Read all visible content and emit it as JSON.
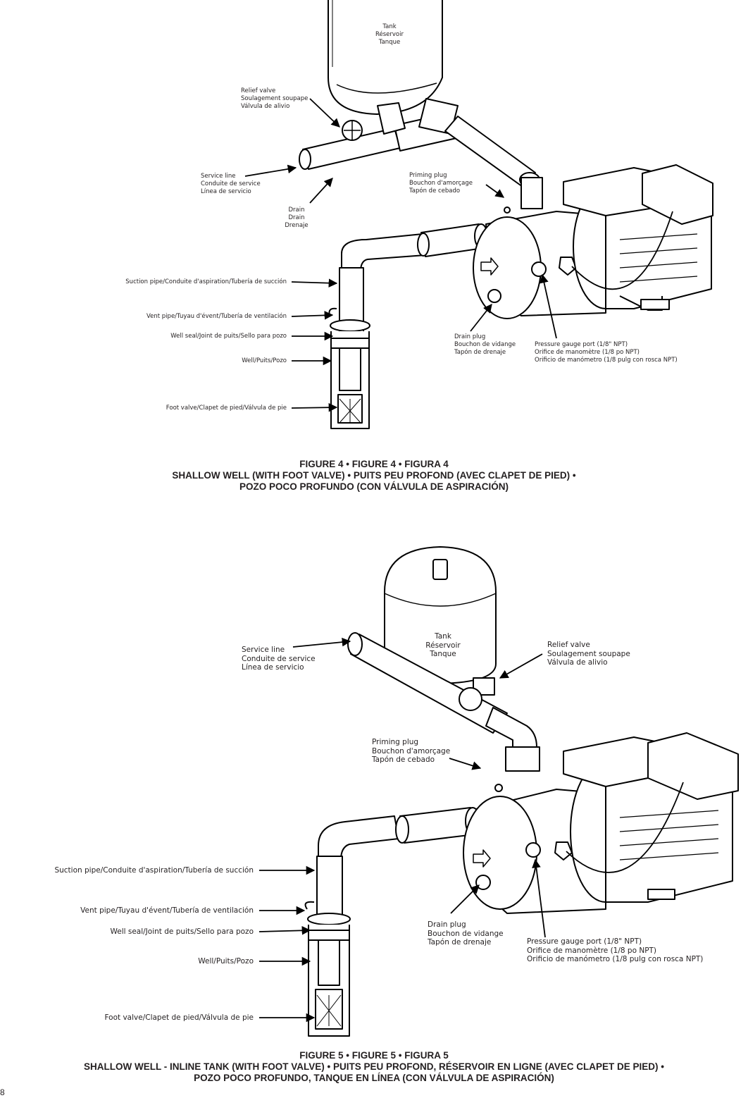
{
  "page_number": "8",
  "figure4": {
    "caption": [
      "FIGURE 4 • FIGURE 4 • FIGURA 4",
      "SHALLOW WELL (WITH FOOT VALVE) • PUITS PEU PROFOND (AVEC CLAPET DE PIED) •",
      "POZO POCO PROFUNDO (CON VÁLVULA DE ASPIRACIÓN)"
    ],
    "tank": [
      "Tank",
      "Réservoir",
      "Tanque"
    ],
    "relief_valve": [
      "Relief valve",
      "Soulagement soupape",
      "Válvula de alivio"
    ],
    "service_line": [
      "Service line",
      "Conduite de service",
      "Línea de servicio"
    ],
    "drain": [
      "Drain",
      "Drain",
      "Drenaje"
    ],
    "priming_plug": [
      "Priming plug",
      "Bouchon d'amorçage",
      "Tapón de cebado"
    ],
    "suction_pipe": "Suction pipe/Conduite d'aspiration/Tubería de succión",
    "vent_pipe": "Vent pipe/Tuyau d'évent/Tubería de ventilación",
    "well_seal": "Well seal/Joint de puits/Sello para pozo",
    "well": "Well/Puits/Pozo",
    "foot_valve": "Foot valve/Clapet de pied/Válvula de pie",
    "drain_plug": [
      "Drain plug",
      "Bouchon de vidange",
      "Tapón de drenaje"
    ],
    "pressure_gauge": [
      "Pressure gauge port (1/8\" NPT)",
      "Orifice de manomètre (1/8 po NPT)",
      "Orificio de manómetro (1/8 pulg con rosca NPT)"
    ]
  },
  "figure5": {
    "caption": [
      "FIGURE 5 • FIGURE 5 • FIGURA 5",
      "SHALLOW WELL - INLINE TANK (WITH FOOT VALVE) • PUITS PEU PROFOND, RÉSERVOIR EN LIGNE (AVEC CLAPET DE PIED) •",
      "POZO POCO PROFUNDO, TANQUE EN LÍNEA (CON VÁLVULA DE ASPIRACIÓN)"
    ],
    "tank": [
      "Tank",
      "Réservoir",
      "Tanque"
    ],
    "service_line": [
      "Service line",
      "Conduite de service",
      "Línea de servicio"
    ],
    "relief_valve": [
      "Relief valve",
      "Soulagement soupape",
      "Válvula de alivio"
    ],
    "priming_plug": [
      "Priming plug",
      "Bouchon d'amorçage",
      "Tapón de cebado"
    ],
    "suction_pipe": "Suction pipe/Conduite d'aspiration/Tubería de succión",
    "vent_pipe": "Vent pipe/Tuyau d'évent/Tubería de ventilación",
    "well_seal": "Well seal/Joint de puits/Sello para pozo",
    "well": "Well/Puits/Pozo",
    "foot_valve": "Foot valve/Clapet de pied/Válvula de pie",
    "drain_plug": [
      "Drain plug",
      "Bouchon de vidange",
      "Tapón de drenaje"
    ],
    "pressure_gauge": [
      "Pressure gauge port (1/8\" NPT)",
      "Orifice de manomètre (1/8 po NPT)",
      "Orificio de manómetro (1/8 pulg con rosca NPT)"
    ]
  }
}
